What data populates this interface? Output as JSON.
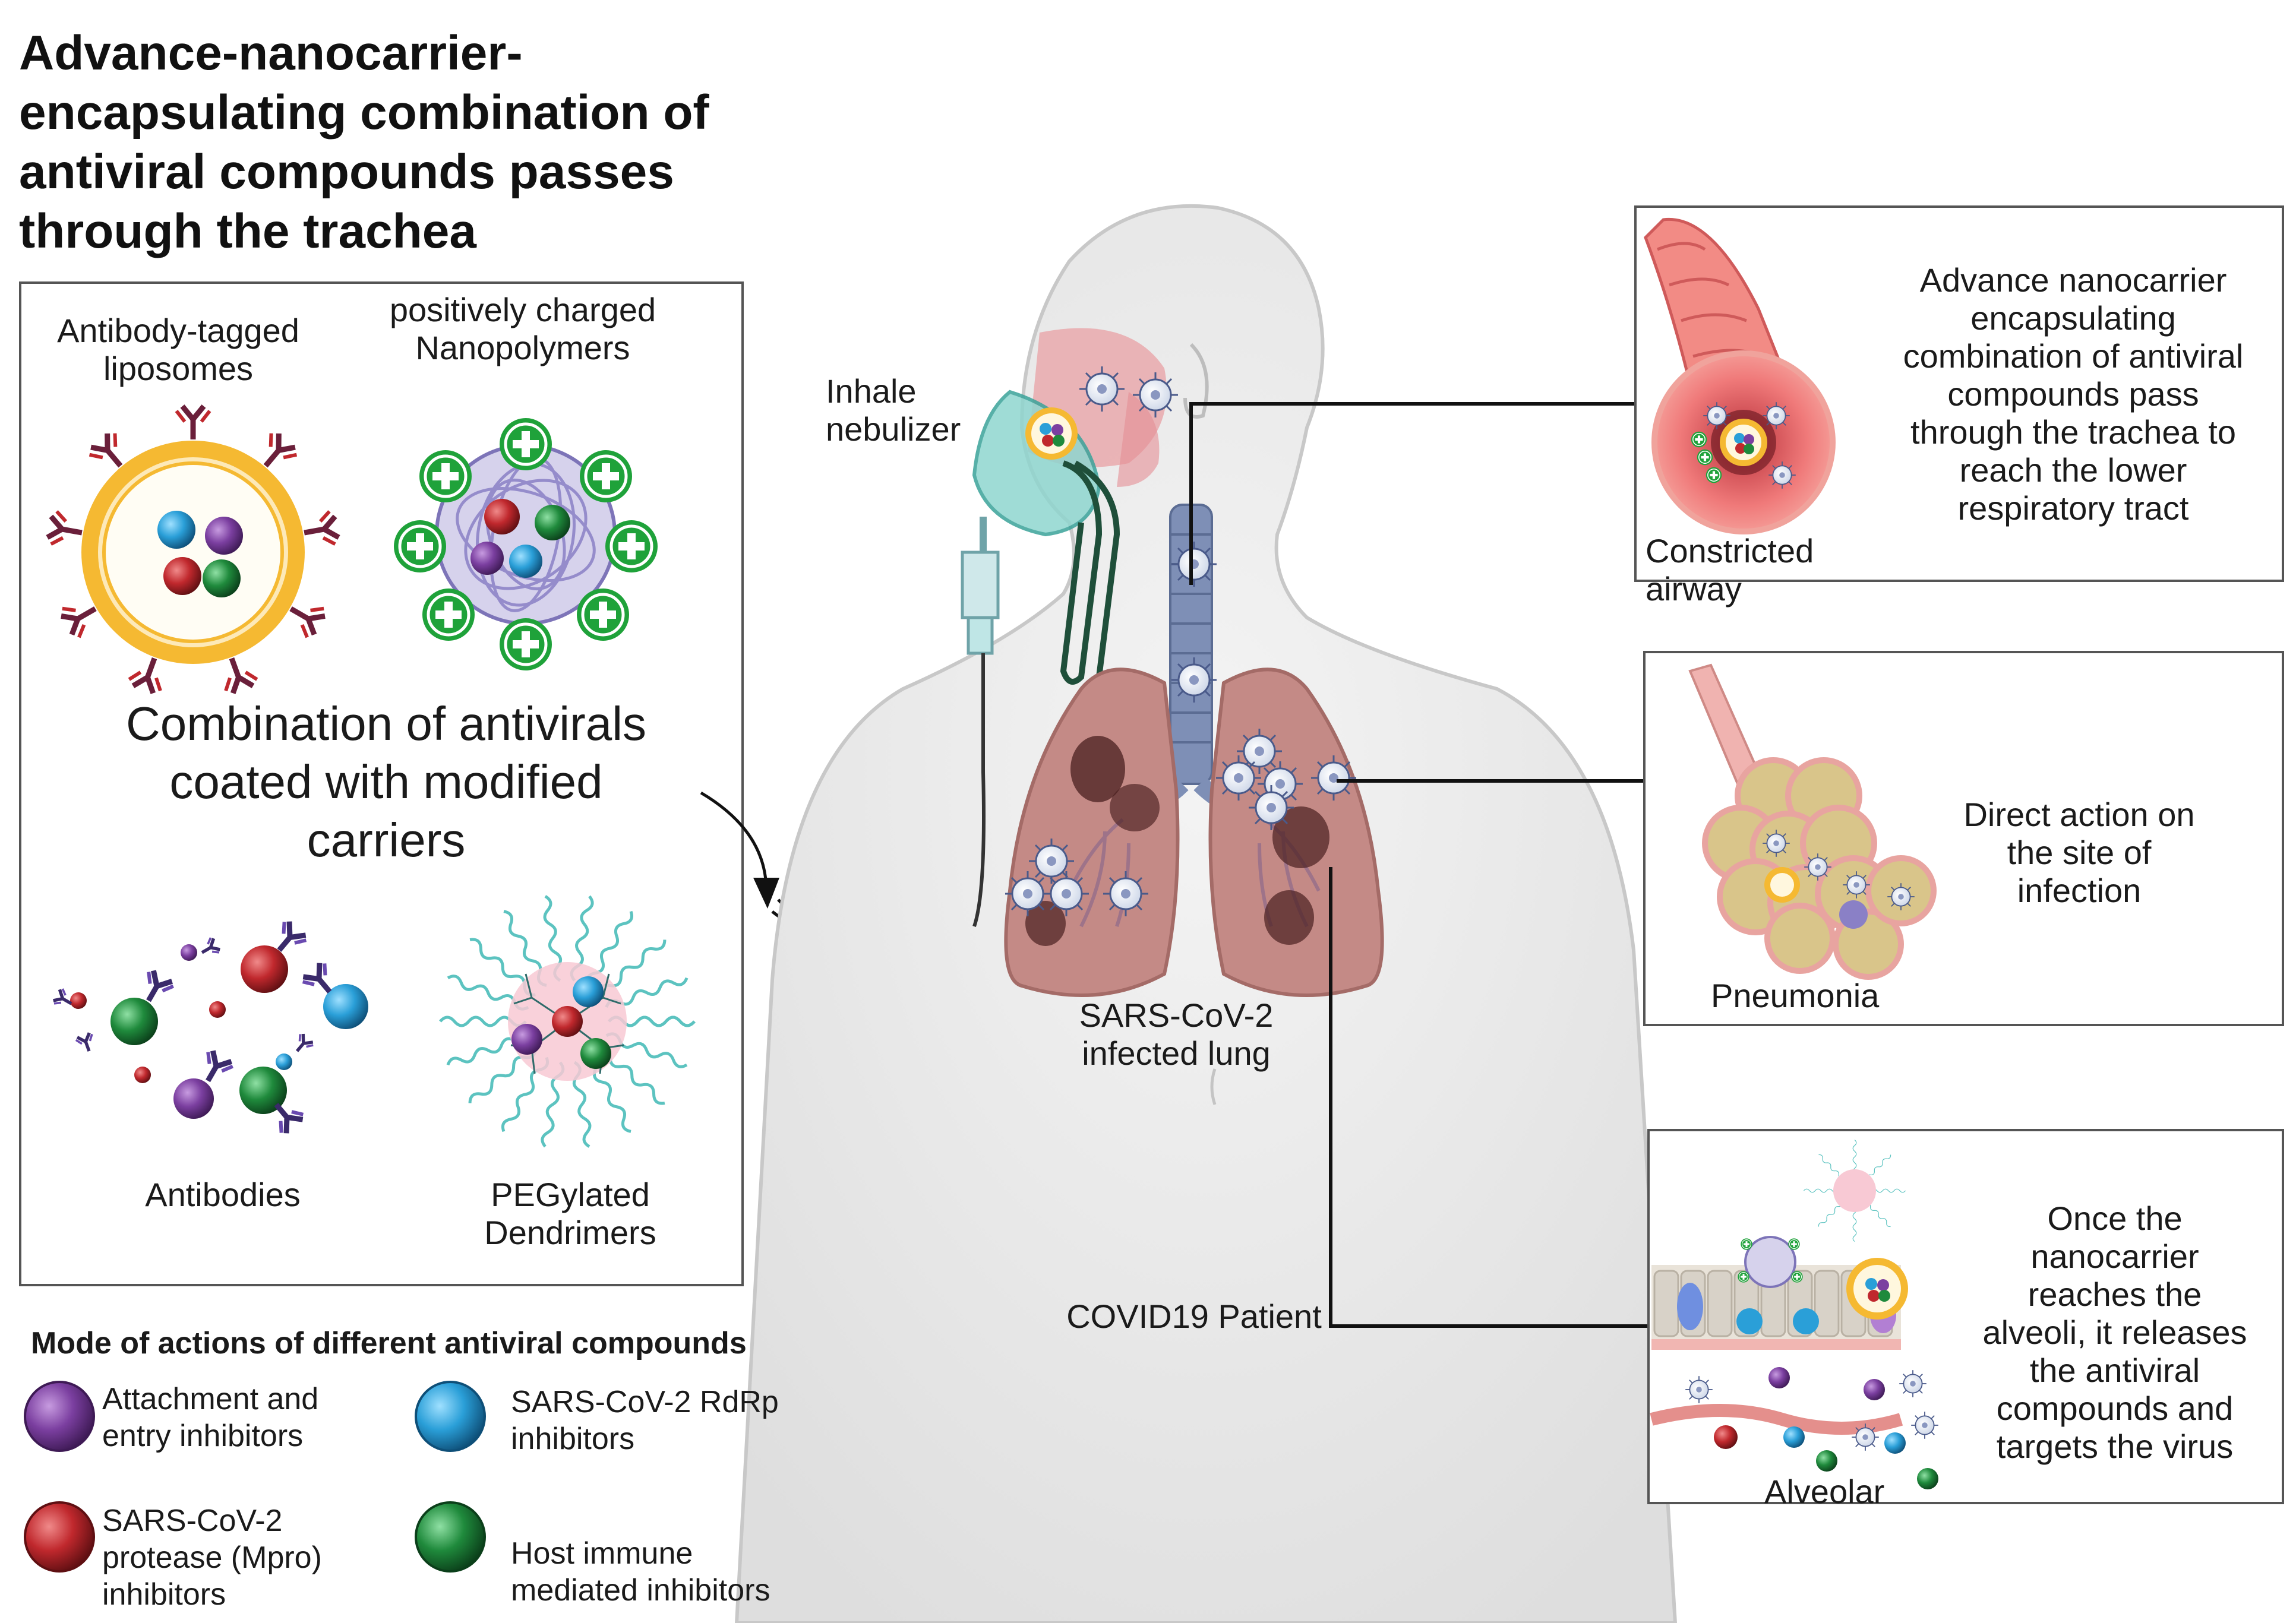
{
  "title": "Advance-nanocarrier-encapsulating combination of antiviral compounds passes through the trachea",
  "left_panel": {
    "liposome_label": "Antibody-tagged liposomes",
    "nanopolymer_label": "positively charged Nanopolymers",
    "combination_text": "Combination of antivirals coated with modified carriers",
    "antibodies_label": "Antibodies",
    "dendrimer_label": "PEGylated Dendrimers"
  },
  "legend": {
    "title": "Mode of actions of different antiviral compounds",
    "items": [
      {
        "label": "Attachment and entry inhibitors",
        "color": "#7b3fa0"
      },
      {
        "label": "SARS-CoV-2 RdRp inhibitors",
        "color": "#2a9fd8"
      },
      {
        "label": "SARS-CoV-2 protease (Mpro) inhibitors",
        "color": "#c0282d"
      },
      {
        "label": "Host immune mediated inhibitors",
        "color": "#1f8a3c"
      }
    ]
  },
  "center": {
    "nebulizer_label": "Inhale nebulizer",
    "lung_label": "SARS-CoV-2 infected lung",
    "patient_label": "COVID19 Patient"
  },
  "right_panels": [
    {
      "caption": "Constricted airway",
      "text": "Advance nanocarrier encapsulating combination of antiviral compounds pass through the trachea to reach the lower respiratory tract"
    },
    {
      "caption": "Pneumonia",
      "text": "Direct action on the site of infection"
    },
    {
      "caption": "Alveolar",
      "text": "Once the nanocarrier reaches the alveoli, it releases the antiviral compounds and targets the virus"
    }
  ],
  "colors": {
    "purple": "#7b3fa0",
    "blue": "#2a9fd8",
    "red": "#c0282d",
    "green": "#1f8a3c",
    "liposome_gold": "#f5b932",
    "body_gray": "#e8e8e8",
    "lung_pink": "#c48a86",
    "airway_red": "#e06a6a"
  }
}
